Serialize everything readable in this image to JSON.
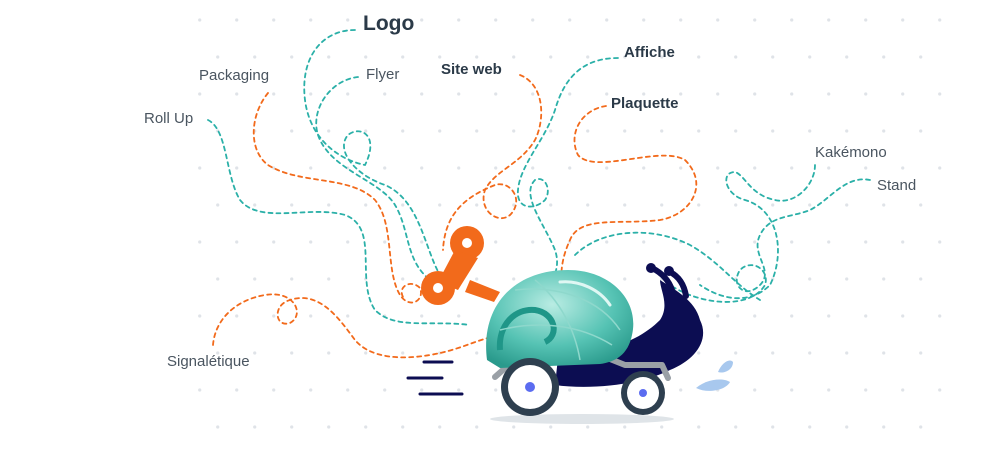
{
  "labels": {
    "logo": "Logo",
    "packaging": "Packaging",
    "flyer": "Flyer",
    "site_web": "Site web",
    "affiche": "Affiche",
    "plaquette": "Plaquette",
    "roll_up": "Roll Up",
    "kakemono": "Kakémono",
    "stand": "Stand",
    "signaletique": "Signalétique"
  },
  "colors": {
    "teal": "#2bb0a8",
    "orange": "#f26a1b",
    "navy": "#0c0d52",
    "wheel": "#2e3f4f",
    "dots": "#dfe3e8",
    "splash": "#a8c8ee"
  },
  "icons": [
    "wind-up-key-icon",
    "snail-shell-icon",
    "snail-body-icon",
    "wheel-icon",
    "speed-lines-icon",
    "water-splash-icon"
  ]
}
